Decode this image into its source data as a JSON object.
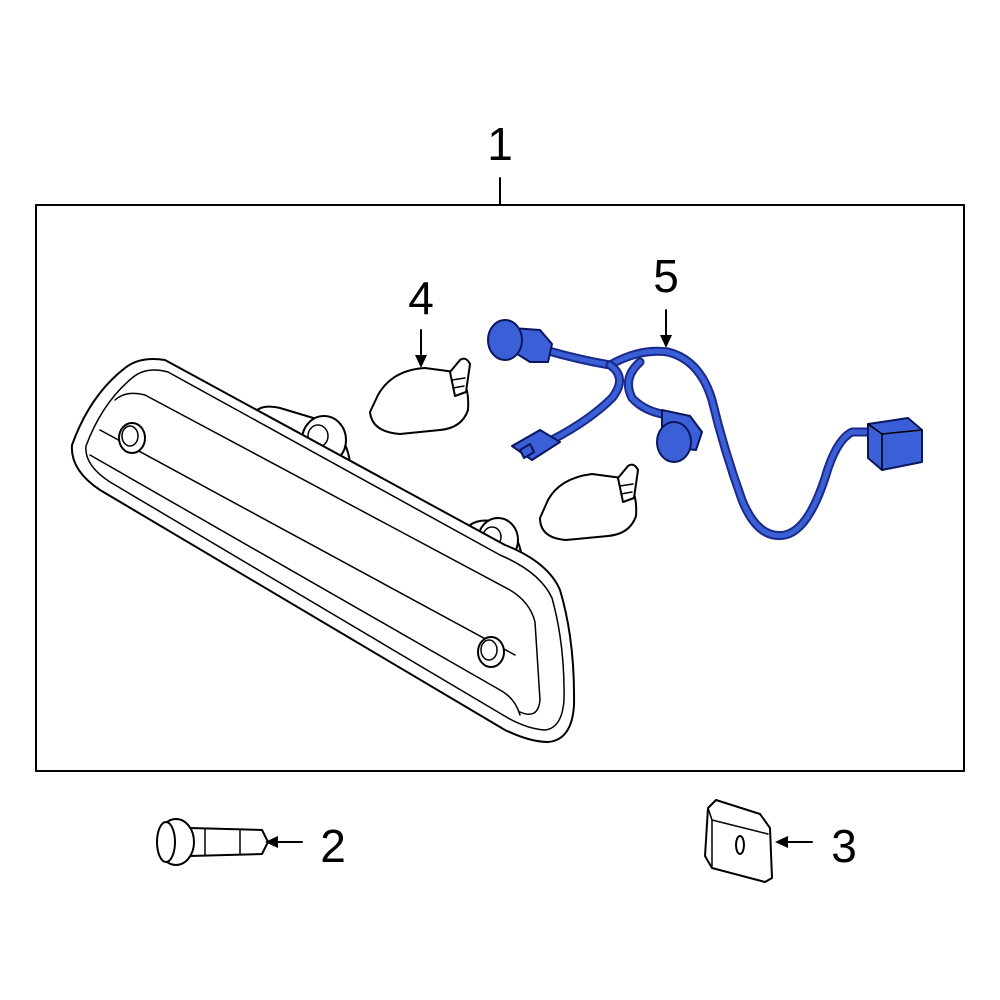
{
  "callouts": {
    "c1": "1",
    "c2": "2",
    "c3": "3",
    "c4": "4",
    "c5": "5"
  },
  "colors": {
    "highlight": "#3a5fd6",
    "outline": "#000000"
  }
}
